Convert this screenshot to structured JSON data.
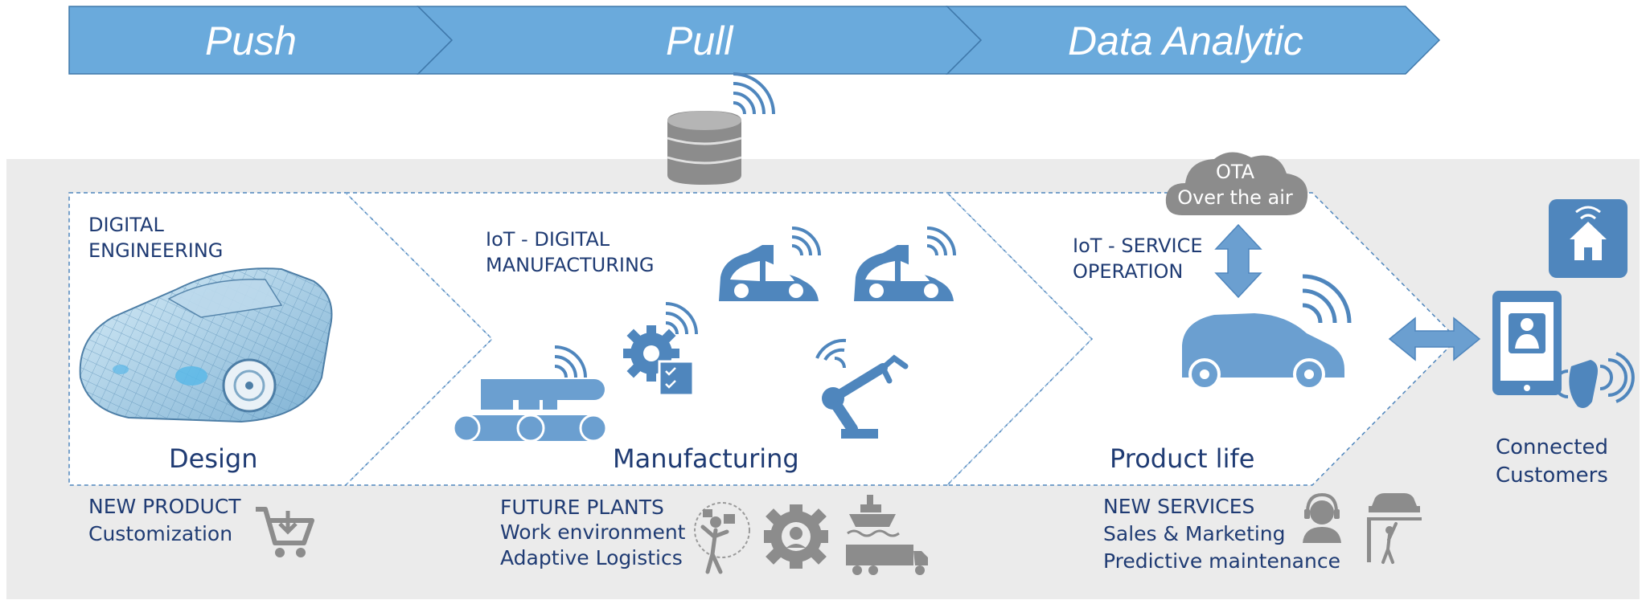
{
  "phases": [
    "Push",
    "Pull",
    "Data Analytic"
  ],
  "stages": {
    "design": {
      "label": "Design",
      "heading_line1": "DIGITAL",
      "heading_line2": "ENGINEERING",
      "footer_line1": "NEW PRODUCT",
      "footer_line2": "Customization"
    },
    "manufacturing": {
      "label": "Manufacturing",
      "heading_line1": "IoT - DIGITAL",
      "heading_line2": "MANUFACTURING",
      "footer_line1": "FUTURE PLANTS",
      "footer_line2": "Work environment",
      "footer_line3": "Adaptive Logistics"
    },
    "product_life": {
      "label": "Product life",
      "heading_line1": "IoT - SERVICE",
      "heading_line2": "OPERATION",
      "footer_line1": "NEW SERVICES",
      "footer_line2": "Sales & Marketing",
      "footer_line3": "Predictive maintenance"
    }
  },
  "cloud": {
    "line1": "OTA",
    "line2": "Over the air"
  },
  "customers": {
    "line1": "Connected",
    "line2": "Customers"
  },
  "colors": {
    "banner": "#6aaadc",
    "icon_blue": "#4f86bd",
    "text_navy": "#1f3b73",
    "panel_gray": "#ebebeb",
    "icon_gray": "#8c8c8c"
  },
  "icons": [
    "database-wifi-icon",
    "sports-car-wireframe",
    "conveyor-icon",
    "gear-checklist-icon",
    "car-body-factory-icon",
    "robot-arm-icon",
    "cloud-icon",
    "updown-arrow-icon",
    "connected-car-icon",
    "bidirectional-arrow-icon",
    "smart-home-icon",
    "smartphone-user-icon",
    "wearable-icon",
    "shopping-cart-icon",
    "worker-icon",
    "gear-worker-icon",
    "ship-truck-icon",
    "headset-agent-icon",
    "car-lift-mechanic-icon"
  ]
}
